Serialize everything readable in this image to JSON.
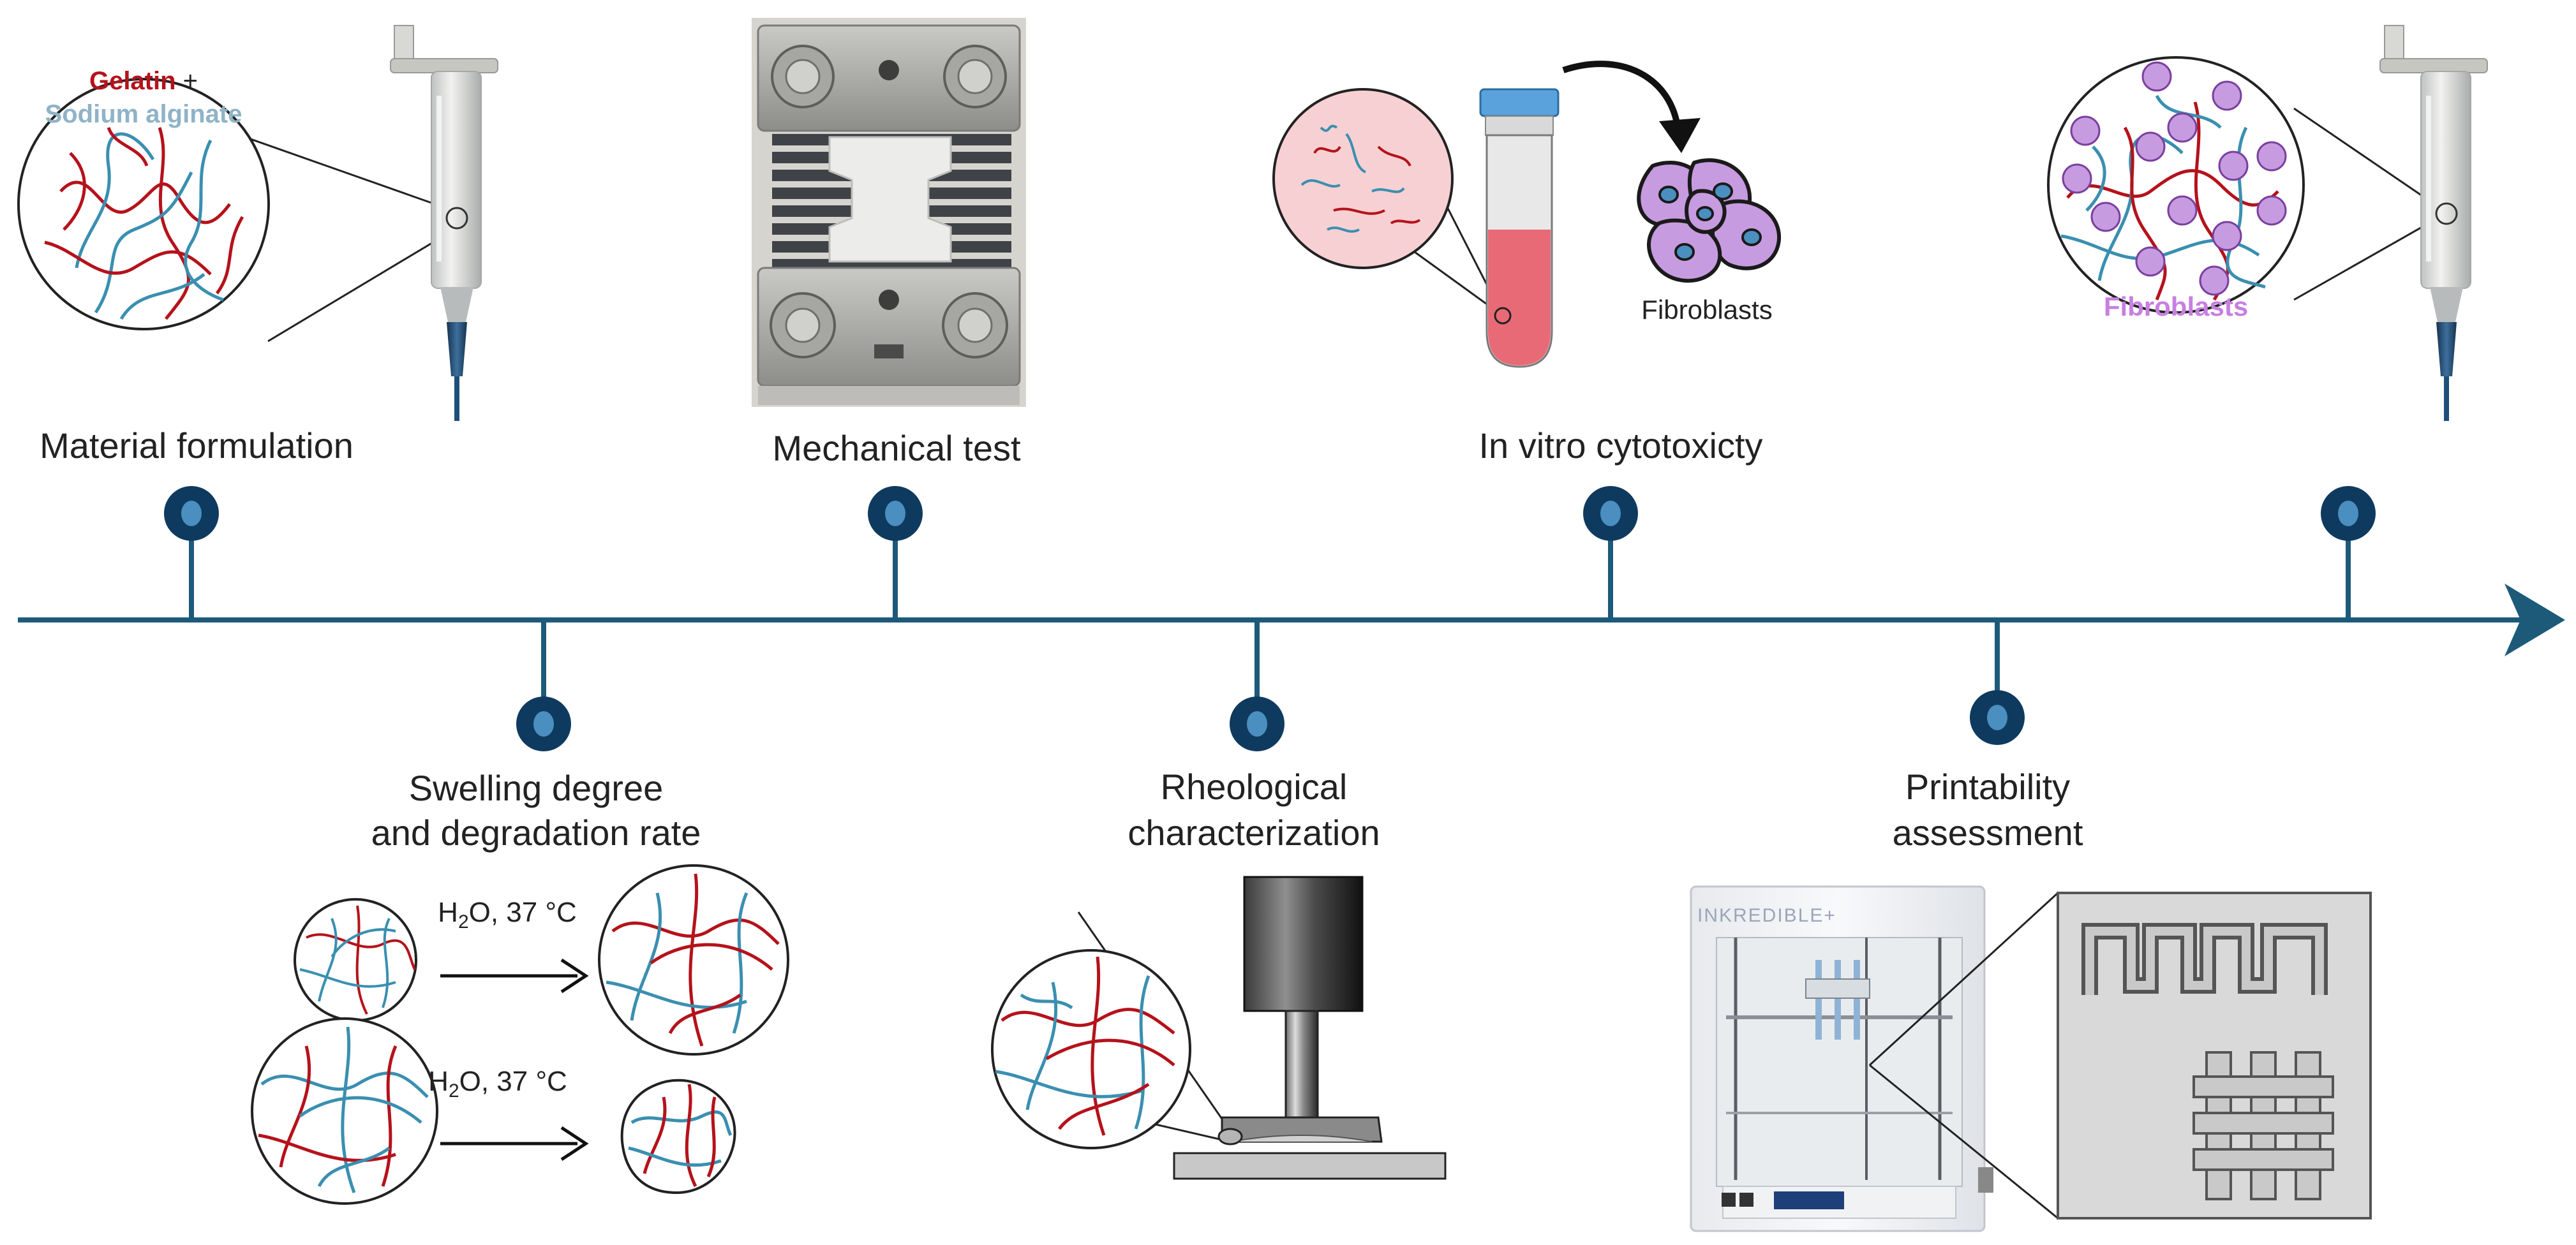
{
  "colors": {
    "timeline": "#1d5a7a",
    "marker_outer": "#0f3a5f",
    "marker_inner": "#4a8fbf",
    "gelatin_red": "#b5121b",
    "alginate_blue": "#3a8fb0",
    "alginate_label": "#8fb3c7",
    "cell_purple": "#c79be0",
    "cell_outline": "#7a3f9e",
    "fibroblast_label_purple": "#c77fe0",
    "tube_cap": "#5aa2dc",
    "tube_liquid": "#e86a76"
  },
  "steps_top": [
    {
      "label": "Material formulation"
    },
    {
      "label": "Mechanical test"
    },
    {
      "label": "In vitro cytotoxicty"
    },
    {
      "label": ""
    }
  ],
  "steps_bottom": [
    {
      "line1": "Swelling degree",
      "line2": "and degradation rate"
    },
    {
      "line1": "Rheological",
      "line2": "characterization"
    },
    {
      "line1": "Printability",
      "line2": "assessment"
    }
  ],
  "formulation": {
    "gelatin": "Gelatin",
    "plus": " +",
    "alginate": "Sodium alginate"
  },
  "cytotoxicity": {
    "cells_label": "Fibroblasts"
  },
  "bioink": {
    "cells_label": "Fibroblasts"
  },
  "swelling": {
    "cond_prefix": "H",
    "cond_sub": "2",
    "cond_suffix": "O, 37 °C"
  },
  "printer": {
    "brand": "INKREDIBLE+"
  },
  "icons": [
    "syringe-icon",
    "magnifier-circle",
    "tensile-grip",
    "centrifuge-tube",
    "cell-cluster",
    "rheometer",
    "bioprinter",
    "print-pattern"
  ]
}
